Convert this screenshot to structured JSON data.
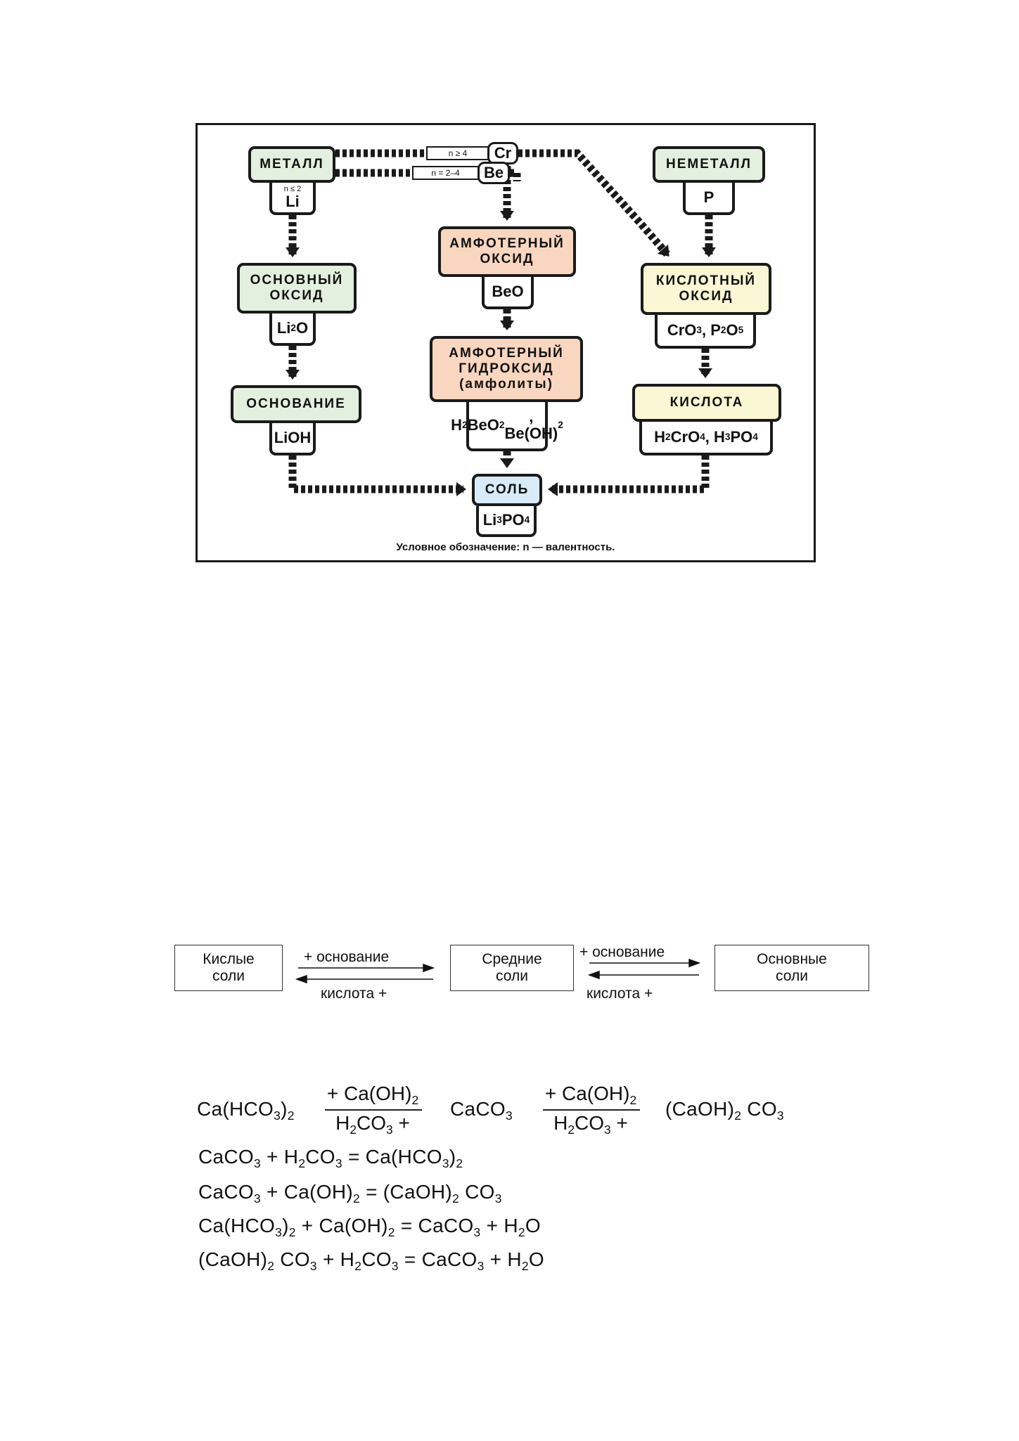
{
  "scheme": {
    "metal": "МЕТАЛЛ",
    "metal_n": "n ≤ 2",
    "metal_sub": "Li",
    "nonmetal": "НЕМЕТАЛЛ",
    "nonmetal_sub": "P",
    "cr_cond": "n ≥ 4",
    "cr": "Cr",
    "be_cond": "n = 2–4",
    "be": "Be",
    "basic_oxide": "ОСНОВНЫЙ\nОКСИД",
    "basic_oxide_sub": "Li<sub>2</sub>O",
    "ampho_oxide": "АМФОТЕРНЫЙ\nОКСИД",
    "ampho_oxide_sub": "BeO",
    "acid_oxide": "КИСЛОТНЫЙ\nОКСИД",
    "acid_oxide_sub": "CrO<sub>3</sub>, P<sub>2</sub>O<sub>5</sub>",
    "base": "ОСНОВАНИЕ",
    "base_sub": "LiOH",
    "ampho_hydroxide": "АМФОТЕРНЫЙ\nГИДРОКСИД\n(амфолиты)",
    "ampho_hydroxide_sub": "H<sub>2</sub>BeO<sub>2</sub>,<br>Be(OH)<sub>2</sub>",
    "acid": "КИСЛОТА",
    "acid_sub": "H<sub>2</sub>CrO<sub>4</sub>, H<sub>3</sub>PO<sub>4</sub>",
    "salt": "СОЛЬ",
    "salt_sub": "Li<sub>3</sub>PO<sub>4</sub>",
    "legend": "Условное обозначение: n — валентность.",
    "colors": {
      "basic": "#e3efdf",
      "ampho": "#f9d6bf",
      "acidic": "#fbf6d4",
      "salt": "#d9ebf8"
    }
  },
  "salts": {
    "acidic": "Кислые\nсоли",
    "medium": "Средние\nсоли",
    "basic": "Основные\nсоли",
    "plus_base_1": "+ основание",
    "acid_plus_1": "кислота +",
    "plus_base_2": "+ основание",
    "acid_plus_2": "кислота +"
  },
  "conversions": {
    "left": "Ca(HCO<sub>3</sub>)<sub>2</sub>",
    "fr1_top": "+ Ca(OH)<sub>2</sub>",
    "fr1_bottom": "H<sub>2</sub>CO<sub>3</sub> +",
    "mid": "CaCO<sub>3</sub>",
    "fr2_top": "+ Ca(OH)<sub>2</sub>",
    "fr2_bottom": "H<sub>2</sub>CO<sub>3</sub> +",
    "right": "(CaOH)<sub>2</sub> CO<sub>3</sub>"
  },
  "equations": [
    "CaCO<sub>3</sub> + H<sub>2</sub>CO<sub>3</sub> = Ca(HCO<sub>3</sub>)<sub>2</sub>",
    "CaCO<sub>3</sub> + Ca(OH)<sub>2</sub> = (CaOH)<sub>2</sub> CO<sub>3</sub>",
    "Ca(HCO<sub>3</sub>)<sub>2</sub> + Ca(OH)<sub>2</sub> = CaCO<sub>3</sub> + H<sub>2</sub>O",
    "(CaOH)<sub>2</sub> CO<sub>3</sub> + H<sub>2</sub>CO<sub>3</sub> = CaCO<sub>3</sub> + H<sub>2</sub>O"
  ]
}
